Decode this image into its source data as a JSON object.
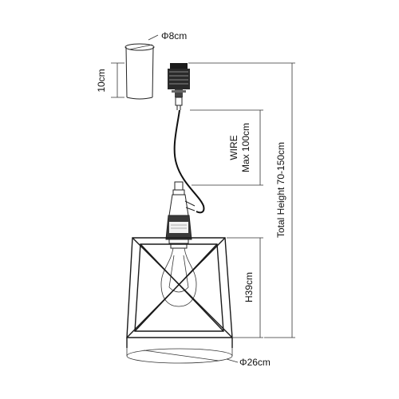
{
  "labels": {
    "canopy_diameter": "Φ8cm",
    "canopy_height": "10cm",
    "wire_title": "WIRE",
    "wire_max": "Max 100cm",
    "total_height": "Total Height 70-150cm",
    "shade_height": "H39cm",
    "shade_diameter": "Φ26cm"
  },
  "colors": {
    "line": "#222222",
    "text": "#111111",
    "background": "#ffffff"
  }
}
